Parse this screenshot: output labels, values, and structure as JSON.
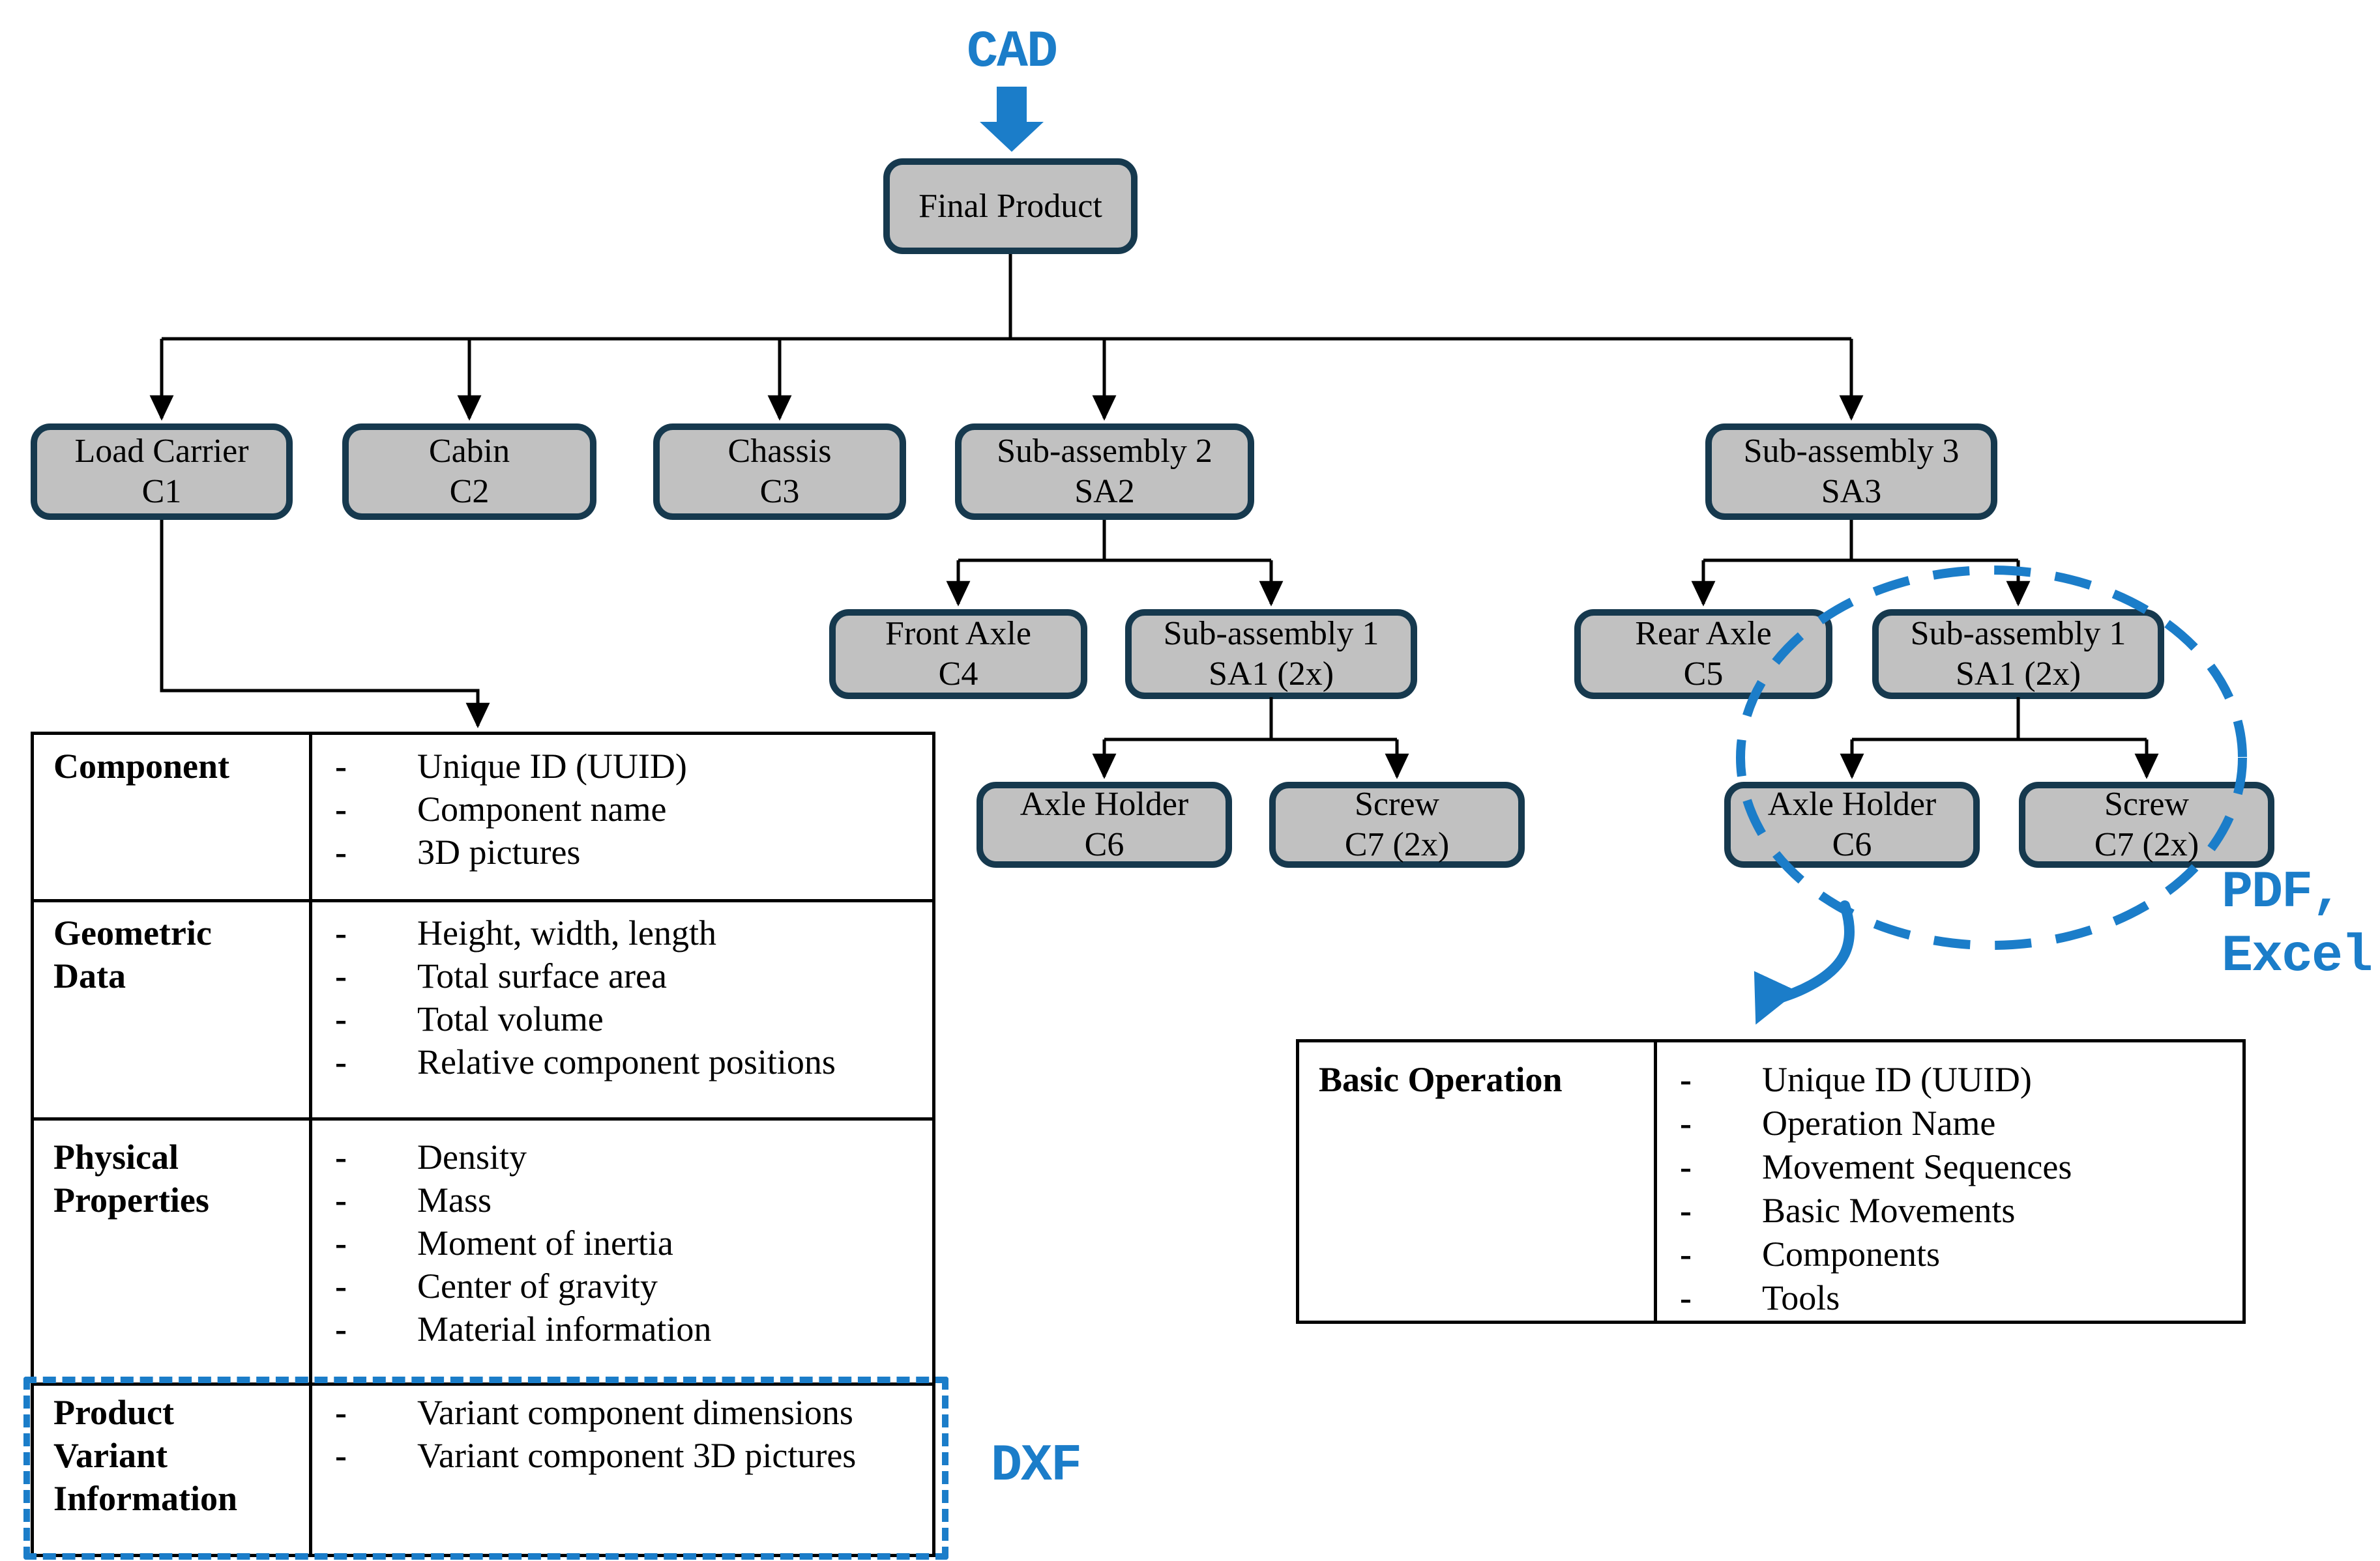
{
  "labels": {
    "cad": "CAD",
    "dxf": "DXF",
    "pdf": "PDF,",
    "excel": "Excel"
  },
  "nodes": {
    "final_product": {
      "title": "Final Product",
      "code": ""
    },
    "load_carrier": {
      "title": "Load Carrier",
      "code": "C1"
    },
    "cabin": {
      "title": "Cabin",
      "code": "C2"
    },
    "chassis": {
      "title": "Chassis",
      "code": "C3"
    },
    "sub_assembly_2": {
      "title": "Sub-assembly 2",
      "code": "SA2"
    },
    "sub_assembly_3": {
      "title": "Sub-assembly 3",
      "code": "SA3"
    },
    "front_axle": {
      "title": "Front Axle",
      "code": "C4"
    },
    "sub_assembly_1_left": {
      "title": "Sub-assembly 1",
      "code": "SA1 (2x)"
    },
    "rear_axle": {
      "title": "Rear Axle",
      "code": "C5"
    },
    "sub_assembly_1_right": {
      "title": "Sub-assembly 1",
      "code": "SA1 (2x)"
    },
    "axle_holder_left": {
      "title": "Axle Holder",
      "code": "C6"
    },
    "screw_left": {
      "title": "Screw",
      "code": "C7 (2x)"
    },
    "axle_holder_right": {
      "title": "Axle Holder",
      "code": "C6"
    },
    "screw_right": {
      "title": "Screw",
      "code": "C7 (2x)"
    }
  },
  "component_table": {
    "rows": [
      {
        "header": "Component",
        "items": [
          "Unique ID (UUID)",
          "Component name",
          "3D pictures"
        ]
      },
      {
        "header": "Geometric Data",
        "items": [
          "Height, width, length",
          "Total surface area",
          "Total volume",
          "Relative component positions"
        ]
      },
      {
        "header": "Physical Properties",
        "items": [
          "Density",
          "Mass",
          "Moment of inertia",
          "Center of gravity",
          "Material information"
        ]
      },
      {
        "header": "Product Variant Information",
        "items": [
          "Variant component dimensions",
          "Variant component 3D pictures"
        ]
      }
    ]
  },
  "operation_table": {
    "header": "Basic Operation",
    "items": [
      "Unique ID (UUID)",
      "Operation Name",
      "Movement Sequences",
      "Basic Movements",
      "Components",
      "Tools"
    ]
  },
  "colors": {
    "accent_blue": "#1b7dc9",
    "node_fill": "#c1c1c1",
    "node_border": "#16394e",
    "line_black": "#000000"
  }
}
